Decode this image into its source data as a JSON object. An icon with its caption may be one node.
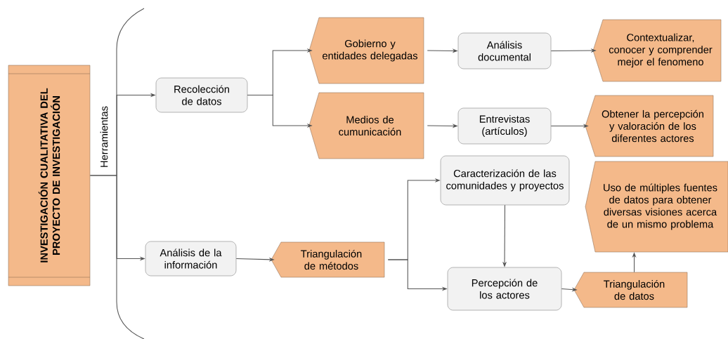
{
  "diagram": {
    "nodes": [
      {
        "text": [
          "INVESTIGACIÓN CUALITATIVA DEL PROYECTO DE INVESTIGACIÓN"
        ]
      },
      {
        "text": [
          "Recolección de datos"
        ]
      },
      {
        "text": [
          "Gobierno y entidades delegadas"
        ]
      },
      {
        "text": [
          "Análisis documental"
        ]
      },
      {
        "text": [
          "Contextualizar, conocer y comprender mejor el fenomeno"
        ]
      },
      {
        "text": [
          "Medios de cumunicación"
        ]
      },
      {
        "text": [
          "Entrevistas (artículos)"
        ]
      },
      {
        "text": [
          "Obtener la percepción y valoración de los diferentes actores"
        ]
      },
      {
        "text": [
          "Análisis de la información"
        ]
      },
      {
        "text": [
          "Triangulación de métodos"
        ]
      },
      {
        "text": [
          "Caracterización de las comunidades y proyectos"
        ]
      },
      {
        "text": [
          "Percepción de los actores"
        ]
      },
      {
        "text": [
          "Triangulación de datos"
        ]
      },
      {
        "text": [
          "Uso de múltiples fuentes de datos para obtener diversas visiones acerca de un mismo problema"
        ]
      }
    ],
    "edges": [
      {
        "from": 0,
        "to": 1,
        "arrow": "to"
      },
      {
        "from": 0,
        "to": 8,
        "arrow": "to"
      },
      {
        "from": 1,
        "to": 2,
        "arrow": "to"
      },
      {
        "from": 1,
        "to": 5,
        "arrow": "to"
      },
      {
        "from": 2,
        "to": 3,
        "arrow": "to"
      },
      {
        "from": 3,
        "to": 4,
        "arrow": "to"
      },
      {
        "from": 5,
        "to": 6,
        "arrow": "to"
      },
      {
        "from": 6,
        "to": 7,
        "arrow": "to"
      },
      {
        "from": 8,
        "to": 9,
        "arrow": "to"
      },
      {
        "from": 9,
        "to": 10,
        "arrow": "to"
      },
      {
        "from": 9,
        "to": 11,
        "arrow": "to"
      },
      {
        "from": 10,
        "to": 11,
        "arrow": "to"
      },
      {
        "from": 11,
        "to": 12,
        "arrow": "to"
      },
      {
        "from": 12,
        "to": 13,
        "arrow": "to"
      }
    ],
    "labels": [
      "Herramientas"
    ]
  }
}
